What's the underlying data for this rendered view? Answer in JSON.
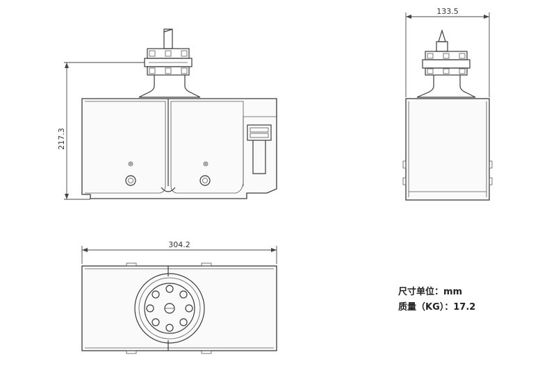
{
  "dimensions": {
    "height_front": "217.3",
    "width_side": "133.5",
    "length_top": "304.2"
  },
  "notes": {
    "unit_line": "尺寸单位：mm",
    "mass_line": "质量（KG）：17.2"
  }
}
